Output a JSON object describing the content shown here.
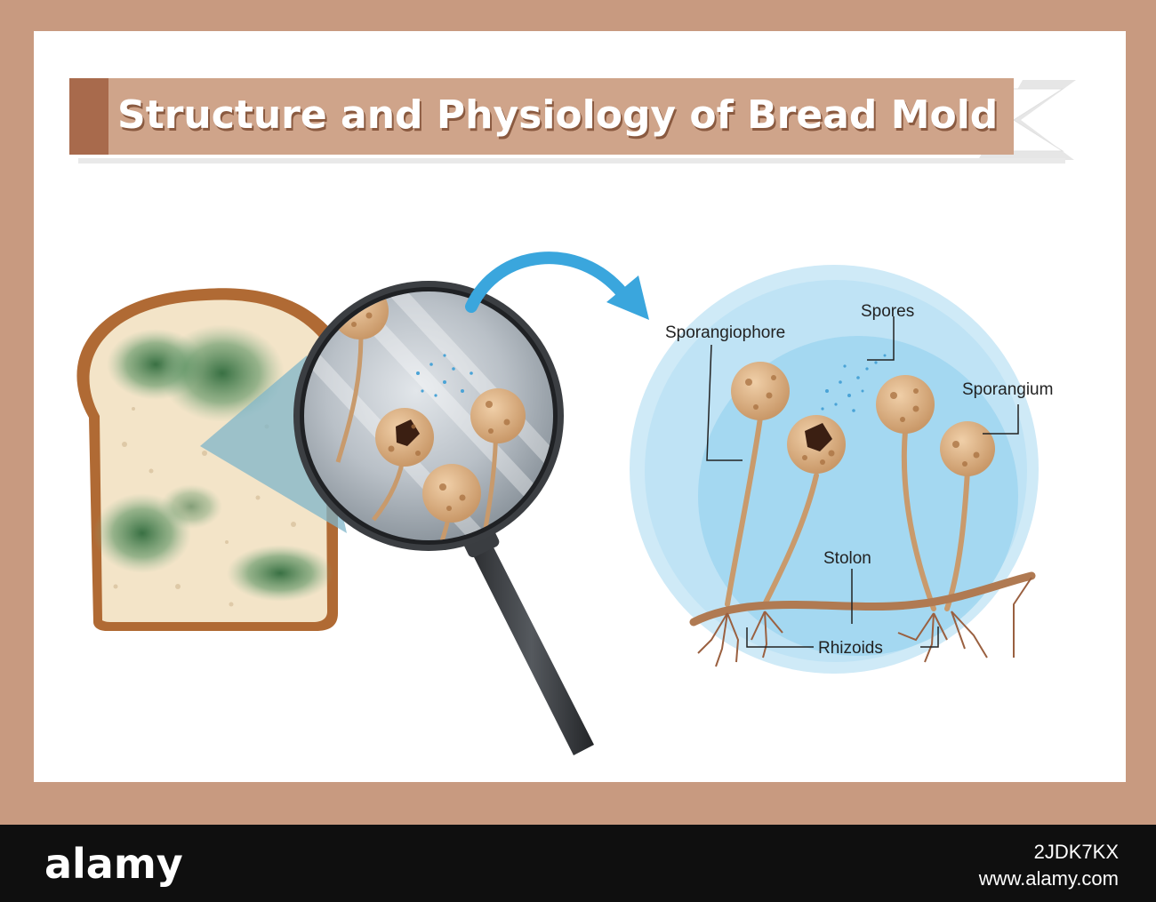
{
  "title": "Structure and Physiology of Bread Mold",
  "labels": {
    "sporangiophore": "Sporangiophore",
    "spores": "Spores",
    "sporangium": "Sporangium",
    "stolon": "Stolon",
    "rhizoids": "Rhizoids"
  },
  "footer": {
    "brand": "alamy",
    "image_id": "2JDK7KX",
    "site": "www.alamy.com"
  },
  "colors": {
    "frame": "#c89a80",
    "ribbon": "#cfa48a",
    "ribbon_dark": "#a86a4c",
    "title_text": "#ffffff",
    "circle_outer": "#cfeaf7",
    "circle_inner": "#9fd6f0",
    "arrow": "#3aa6dd",
    "fungus": "#d6ac80",
    "mold": "#3e7a4a",
    "footer_bg": "#0f0f0f"
  }
}
